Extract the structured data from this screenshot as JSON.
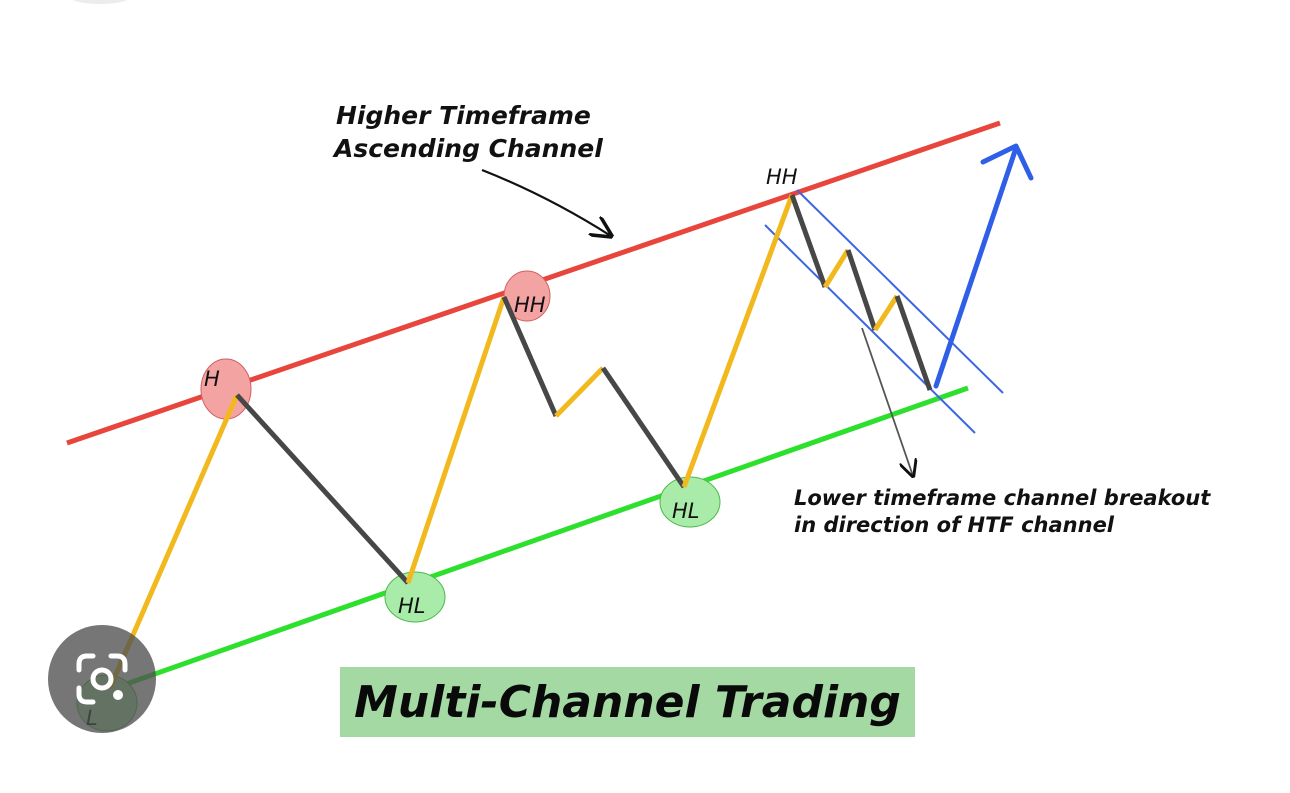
{
  "annotation": {
    "line1": "Higher Timeframe",
    "line2": "Ascending Channel"
  },
  "swing_labels": {
    "l": "L",
    "h": "H",
    "hl1": "HL",
    "hh1": "HH",
    "hl2": "HL",
    "hh2": "HH"
  },
  "breakout_note": {
    "line1": "Lower timeframe channel breakout",
    "line2": "in direction of HTF channel"
  },
  "title": "Multi-Channel Trading",
  "colors": {
    "upper_channel": "#e8453c",
    "lower_channel": "#2ee02e",
    "up_leg": "#f2b91e",
    "down_leg": "#474747",
    "ltf_channel": "#3d67e0",
    "breakout_arrow": "#2f5fe6",
    "high_marker": "#f4a3a3",
    "low_marker": "#a9eca9",
    "title_bg": "#a4d9a4"
  },
  "icons": {
    "lens": "google-lens-icon"
  }
}
